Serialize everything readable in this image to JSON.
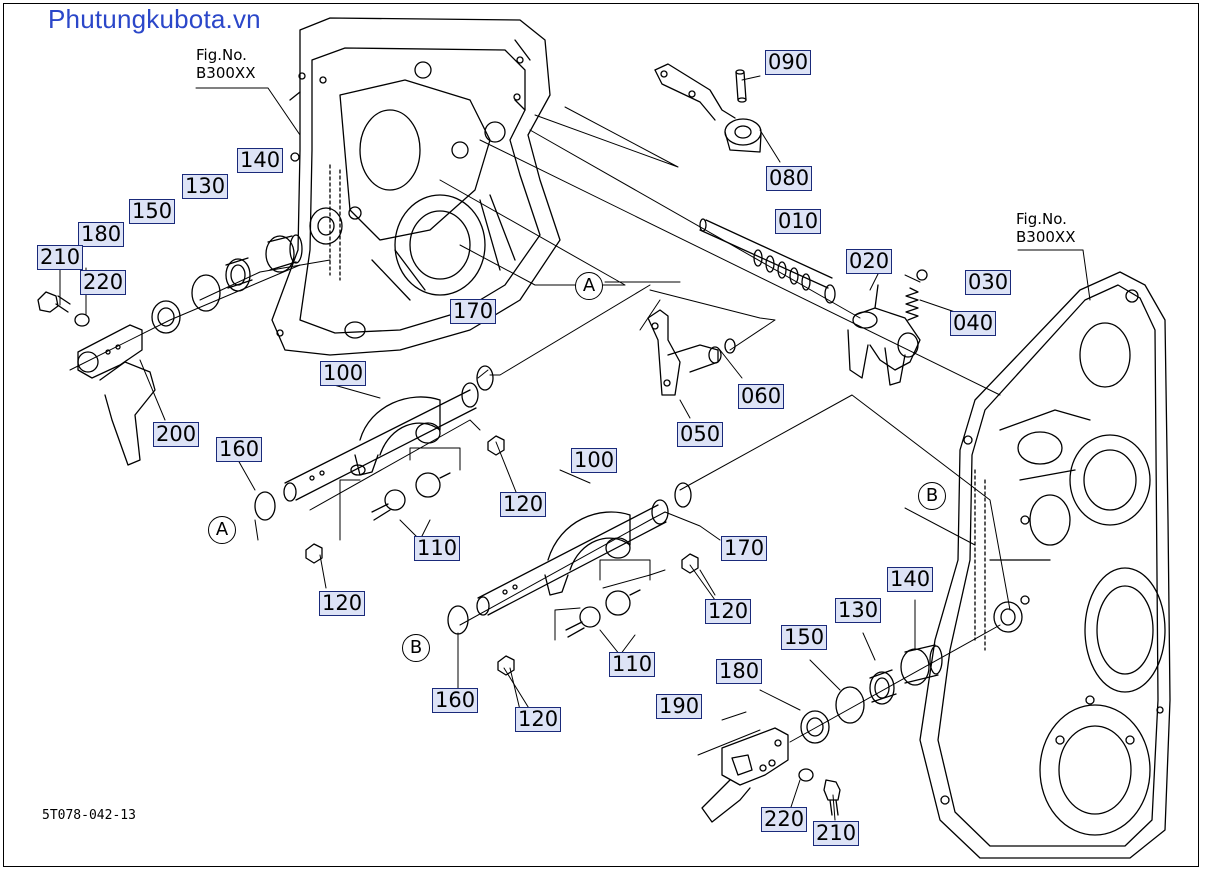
{
  "site": {
    "watermark": "Phutungkubota.vn"
  },
  "figure_refs": {
    "left": [
      "Fig.No.",
      "B300XX"
    ],
    "right": [
      "Fig.No.",
      "B300XX"
    ]
  },
  "diagram_code": "5T078-042-13",
  "ref_marks": {
    "a1": "A",
    "a2": "A",
    "b1": "B",
    "b2": "B"
  },
  "parts": {
    "p090": "090",
    "p080": "080",
    "p010": "010",
    "p020": "020",
    "p030": "030",
    "p040": "040",
    "p060": "060",
    "p050": "050",
    "p170a": "170",
    "p100a": "100",
    "p160a": "160",
    "p120a": "120",
    "p120b": "120",
    "p110a": "110",
    "p140a": "140",
    "p130a": "130",
    "p150a": "150",
    "p180a": "180",
    "p210a": "210",
    "p220a": "220",
    "p200": "200",
    "p100b": "100",
    "p170b": "170",
    "p120c": "120",
    "p120d": "120",
    "p110b": "110",
    "p160b": "160",
    "p140b": "140",
    "p130b": "130",
    "p150b": "150",
    "p180b": "180",
    "p190": "190",
    "p220b": "220",
    "p210b": "210"
  }
}
